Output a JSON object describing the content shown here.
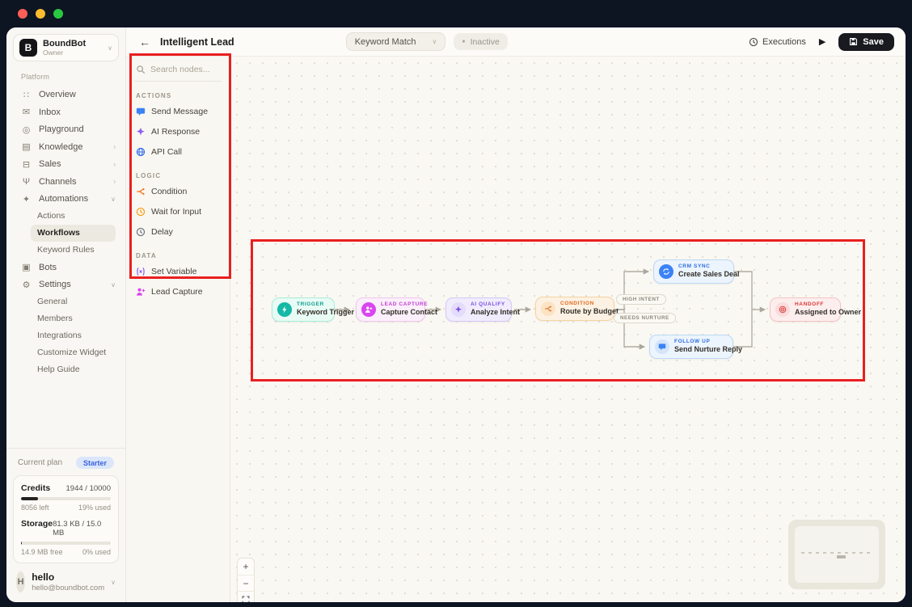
{
  "icons": {
    "overview": "∷",
    "inbox": "✉",
    "playground": "◎",
    "knowledge": "▤",
    "sales": "⊟",
    "channels": "Ψ",
    "automations": "✦",
    "bots": "▣",
    "settings": "⚙",
    "chevron_right": "›",
    "chevron_down": "∨",
    "back_arrow": "←",
    "play": "▶",
    "status_dot": "●",
    "zoom_in": "+",
    "zoom_out": "−"
  },
  "header": {
    "title": "Intelligent Lead",
    "trigger_select": "Keyword Match",
    "status": "Inactive",
    "executions_label": "Executions",
    "save_label": "Save"
  },
  "sidebar": {
    "workspace": {
      "name": "BoundBot",
      "role": "Owner",
      "initial": "B"
    },
    "platform_label": "Platform",
    "nav": [
      {
        "label": "Overview",
        "icon": "grid-icon"
      },
      {
        "label": "Inbox",
        "icon": "inbox-icon"
      },
      {
        "label": "Playground",
        "icon": "play-circle-icon"
      },
      {
        "label": "Knowledge",
        "icon": "book-icon"
      },
      {
        "label": "Sales",
        "icon": "sales-icon"
      },
      {
        "label": "Channels",
        "icon": "channels-icon"
      },
      {
        "label": "Automations",
        "icon": "zap-icon"
      }
    ],
    "automations_children": [
      {
        "label": "Actions"
      },
      {
        "label": "Workflows",
        "active": true
      },
      {
        "label": "Keyword Rules"
      }
    ],
    "bots_label": "Bots",
    "settings_label": "Settings",
    "settings_children": [
      {
        "label": "General"
      },
      {
        "label": "Members"
      },
      {
        "label": "Integrations"
      },
      {
        "label": "Customize Widget"
      },
      {
        "label": "Help Guide"
      }
    ],
    "plan": {
      "current_plan_label": "Current plan",
      "plan_name": "Starter",
      "credits_label": "Credits",
      "credits_value": "1944 / 10000",
      "credits_left": "8056 left",
      "credits_used": "19% used",
      "credits_pct": 19,
      "storage_label": "Storage",
      "storage_value": "81.3 KB / 15.0 MB",
      "storage_free": "14.9 MB free",
      "storage_used": "0% used",
      "storage_pct": 0.8
    },
    "user": {
      "name": "hello",
      "email": "hello@boundbot.com",
      "initial": "H"
    }
  },
  "palette": {
    "search_placeholder": "Search nodes...",
    "sections": [
      {
        "title": "ACTIONS",
        "items": [
          {
            "label": "Send Message",
            "icon": "chat-icon",
            "color": "#3b82f6"
          },
          {
            "label": "AI Response",
            "icon": "sparkle-icon",
            "color": "#8b5cf6"
          },
          {
            "label": "API Call",
            "icon": "globe-icon",
            "color": "#2563eb"
          }
        ]
      },
      {
        "title": "LOGIC",
        "items": [
          {
            "label": "Condition",
            "icon": "branch-icon",
            "color": "#f97316"
          },
          {
            "label": "Wait for Input",
            "icon": "clock-icon",
            "color": "#f59e0b"
          },
          {
            "label": "Delay",
            "icon": "clock-icon",
            "color": "#6b7280"
          }
        ]
      },
      {
        "title": "DATA",
        "items": [
          {
            "label": "Set Variable",
            "icon": "variable-icon",
            "color": "#8b5cf6"
          },
          {
            "label": "Lead Capture",
            "icon": "user-plus-icon",
            "color": "#d946ef"
          }
        ]
      }
    ]
  },
  "canvas": {
    "nodes": [
      {
        "tag": "TRIGGER",
        "title": "Keyword Trigger",
        "tag_color": "#0f9d8f",
        "bg": "#e9fbf5",
        "border": "#a7ecd9"
      },
      {
        "tag": "LEAD CAPTURE",
        "title": "Capture Contact",
        "tag_color": "#c23ed1",
        "bg": "#fbeffb",
        "border": "#eec6ee"
      },
      {
        "tag": "AI QUALIFY",
        "title": "Analyze Intent",
        "tag_color": "#7c4fe0",
        "bg": "#f0ecfd",
        "border": "#d3c8f7"
      },
      {
        "tag": "CONDITION",
        "title": "Route by Budget",
        "tag_color": "#df6b1d",
        "bg": "#fdf1e3",
        "border": "#f5d3a1"
      },
      {
        "tag": "CRM SYNC",
        "title": "Create Sales Deal",
        "tag_color": "#2f6fe0",
        "bg": "#ecf4fd",
        "border": "#bcd8f5"
      },
      {
        "tag": "FOLLOW UP",
        "title": "Send Nurture Reply",
        "tag_color": "#2f6fe0",
        "bg": "#ecf4fd",
        "border": "#bcd8f5"
      },
      {
        "tag": "HANDOFF",
        "title": "Assigned to Owner",
        "tag_color": "#d93838",
        "bg": "#fdeeee",
        "border": "#f3c3c3"
      }
    ],
    "edge_labels": [
      "HIGH INTENT",
      "NEEDS NURTURE"
    ]
  }
}
